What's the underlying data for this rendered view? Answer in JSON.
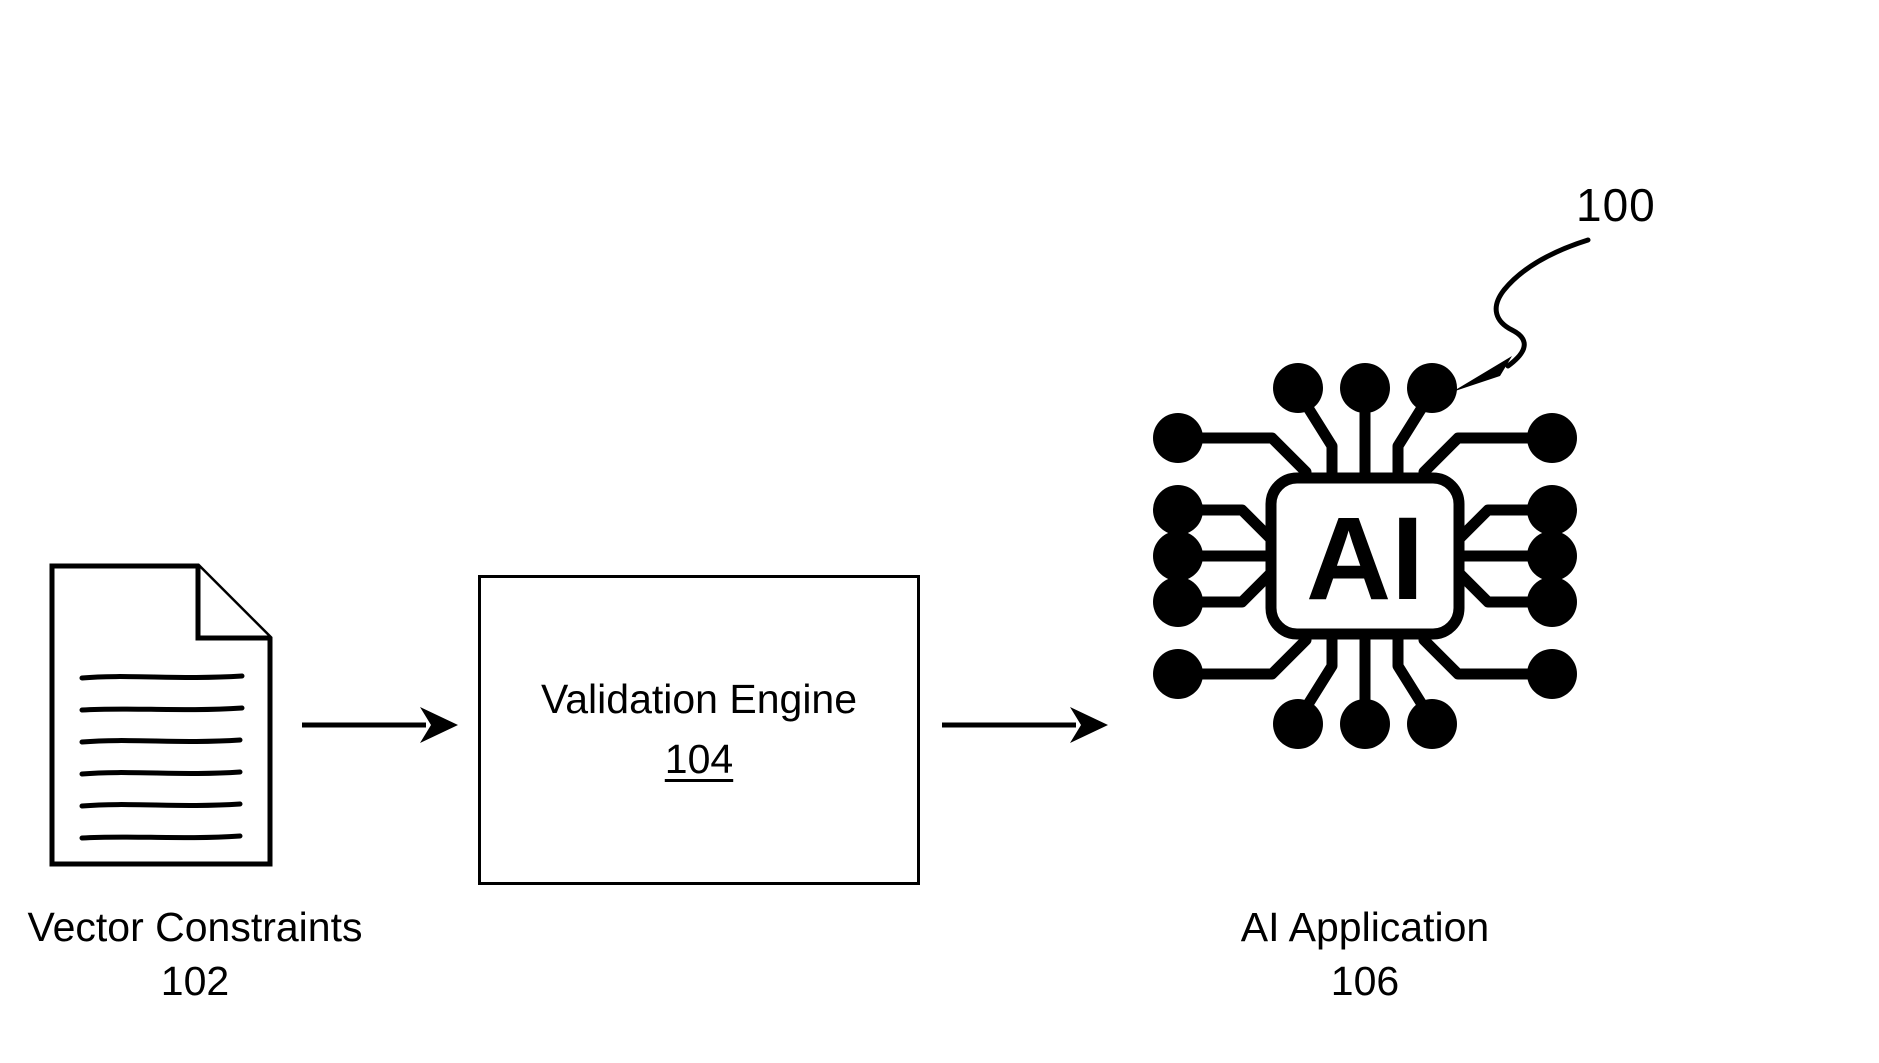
{
  "figure": {
    "reference_numeral": "100",
    "background_color": "#ffffff",
    "line_color": "#000000"
  },
  "stages": {
    "input": {
      "icon": "document-icon",
      "label": "Vector Constraints",
      "number": "102",
      "document_line_count": 6
    },
    "process": {
      "label": "Validation Engine",
      "number": "104"
    },
    "output": {
      "icon": "ai-chip-icon",
      "core_text": "AI",
      "label": "AI Application",
      "number": "106",
      "node_count": 16
    }
  },
  "connectors": [
    {
      "name": "arrow-doc-to-engine",
      "from": "102",
      "to": "104",
      "style": "solid-arrow-right"
    },
    {
      "name": "arrow-engine-to-chip",
      "from": "104",
      "to": "106",
      "style": "solid-arrow-right"
    }
  ]
}
